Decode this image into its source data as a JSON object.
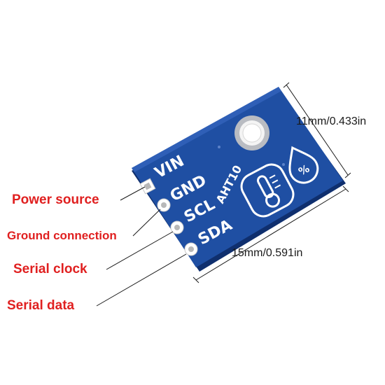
{
  "labels": {
    "power": "Power source",
    "ground": "Ground connection",
    "clock": "Serial clock",
    "data": "Serial data"
  },
  "dimensions": {
    "width": "11mm/0.433in",
    "length": "15mm/0.591in"
  },
  "board": {
    "model": "AHT10",
    "pins": [
      "VIN",
      "GND",
      "SCL",
      "SDA"
    ],
    "humidity_symbol": "%"
  },
  "colors": {
    "board": "#1f4fa3",
    "label_red": "#e02020",
    "silkscreen": "#ffffff",
    "dimension_line": "#1a1a1a"
  },
  "icons": [
    "thermometer-icon",
    "humidity-drop-icon",
    "mounting-hole"
  ]
}
